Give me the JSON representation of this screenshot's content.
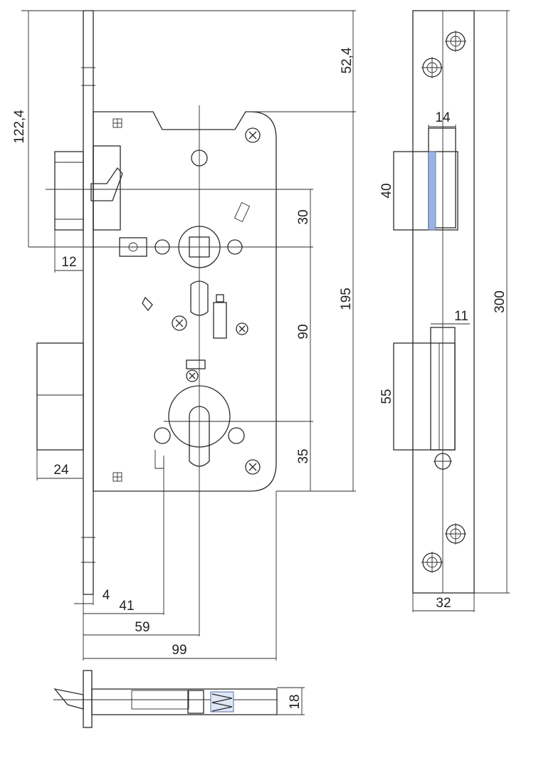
{
  "dimensions": {
    "d_52_4": "52,4",
    "d_122_4": "122,4",
    "d_30": "30",
    "d_195": "195",
    "d_90": "90",
    "d_35": "35",
    "d_12": "12",
    "d_24": "24",
    "d_4": "4",
    "d_41": "41",
    "d_59": "59",
    "d_99": "99",
    "d_18": "18",
    "d_14": "14",
    "d_40": "40",
    "d_11": "11",
    "d_55": "55",
    "d_300": "300",
    "d_32": "32"
  },
  "colors": {
    "line": "#2a2a2a",
    "plate_fill": "#f5f5f5",
    "latch_highlight": "#9ab4e0"
  }
}
